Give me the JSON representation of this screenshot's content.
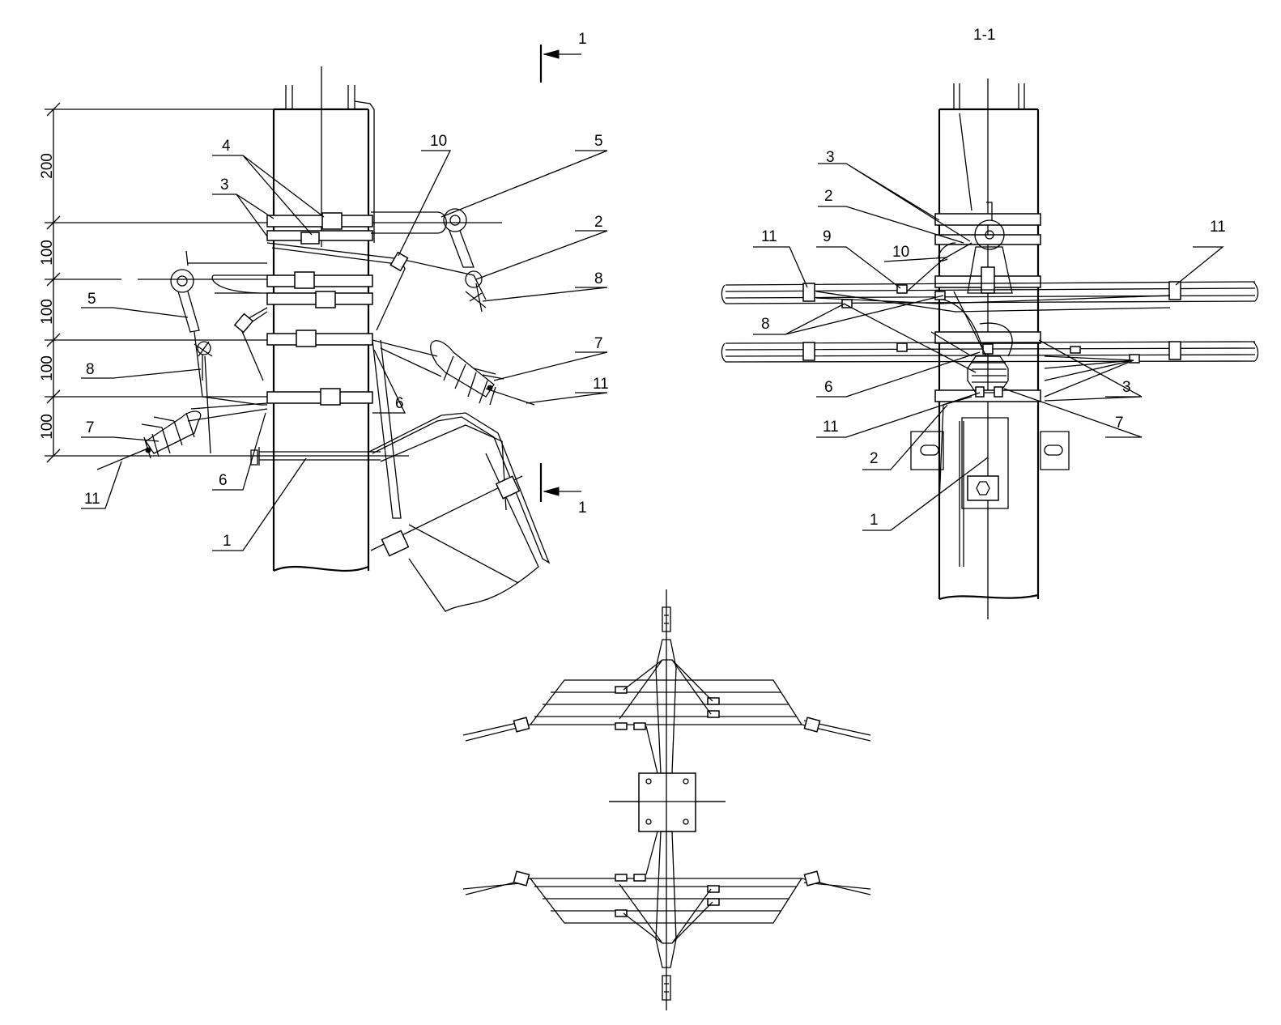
{
  "section_marks": {
    "top": "1",
    "bottom": "1",
    "view_title": "1-1"
  },
  "dimensions": [
    "200",
    "100",
    "100",
    "100",
    "100"
  ],
  "front_labels": [
    "4",
    "3",
    "10",
    "5",
    "2",
    "8",
    "7",
    "11",
    "6",
    "5",
    "8",
    "7",
    "11",
    "6",
    "1"
  ],
  "side_labels": [
    "3",
    "2",
    "11",
    "9",
    "10",
    "11",
    "8",
    "6",
    "3",
    "7",
    "11",
    "2",
    "1"
  ]
}
